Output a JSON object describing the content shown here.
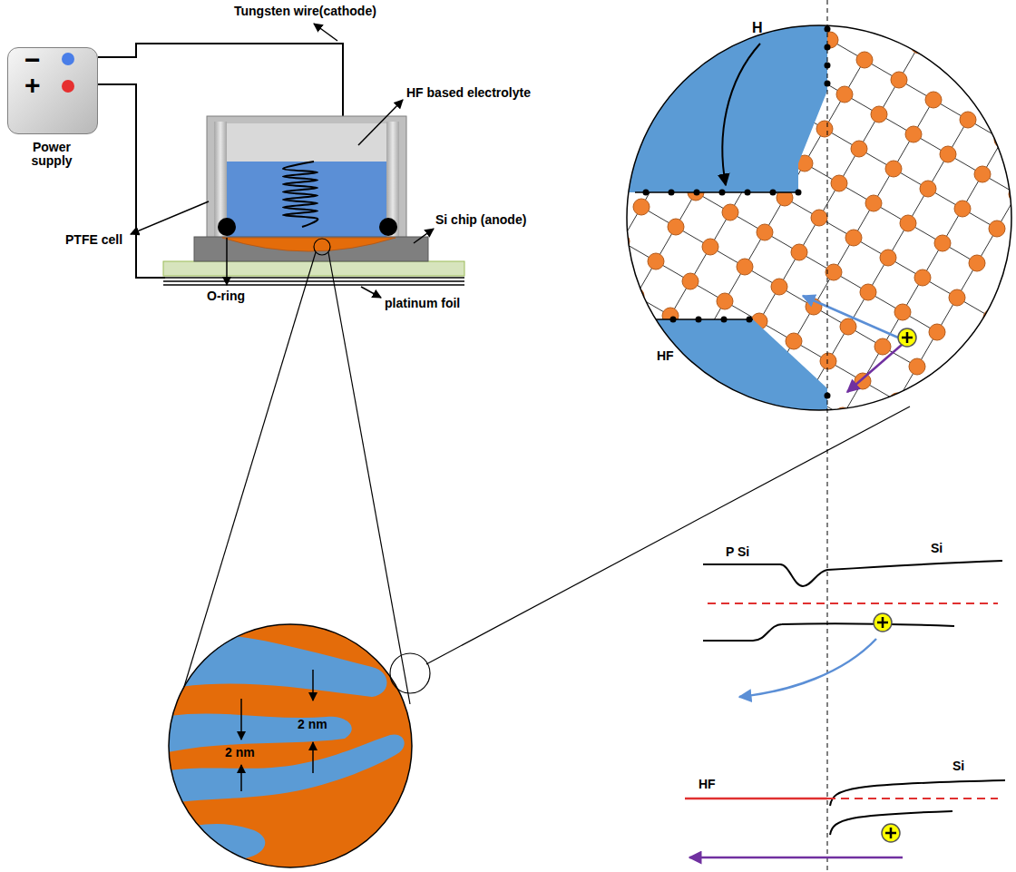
{
  "diagram": {
    "nodes": [
      {
        "text": [
          "−",
          "+",
          "Power supply"
        ]
      }
    ],
    "labels": [
      "H",
      "Tungsten wire(cathode)",
      "HF based electrolyte",
      "Si chip (anode)",
      "PTFE cell",
      "O-ring",
      "platinum foil",
      "HF",
      "2 nm",
      "2 nm",
      "P Si",
      "Si",
      "Si",
      "HF"
    ]
  }
}
